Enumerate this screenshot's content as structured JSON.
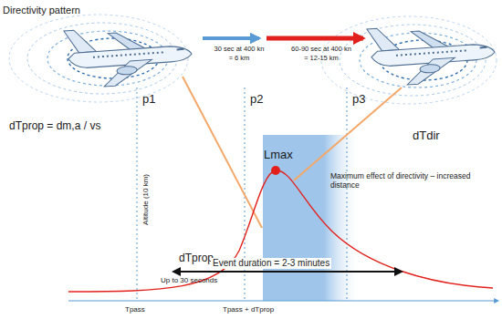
{
  "diagram": {
    "labels": [
      "Directivity pattern",
      "30 sec at 400 kn",
      "= 6 km",
      "60-90 sec at 400 kn",
      "= 12-15 km",
      "p1",
      "p2",
      "p3",
      "dTprop = dm,a / vs",
      "Altitude (10 km)",
      "Lmax",
      "Maximum effect of directivity – increased distance",
      "dTdir",
      "dTprop",
      "Event duration = 2-3 minutes",
      "Up to 30 seconds",
      "Tpass",
      "Tpass + dTprop"
    ]
  }
}
